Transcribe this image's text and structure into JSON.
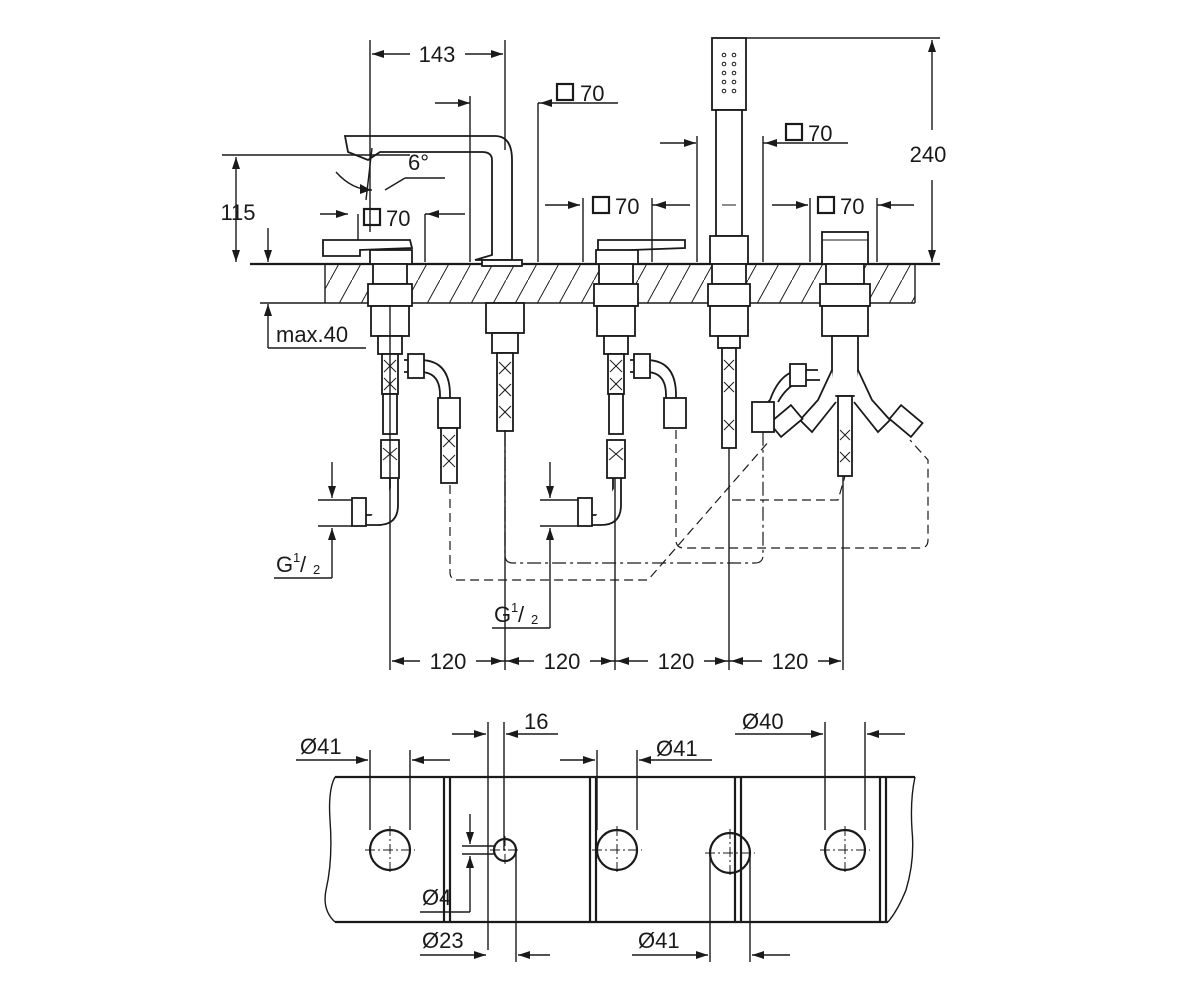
{
  "elevation": {
    "spout_spacing": "143",
    "height_spout": "115",
    "height_shower": "240",
    "spout_angle": "6°",
    "max_deck_thickness": "max.40",
    "plate_size": "70",
    "thread_label": "G",
    "thread_num": "1",
    "thread_den": "2",
    "spacings": [
      "120",
      "120",
      "120",
      "120"
    ]
  },
  "plan": {
    "hole_diameter": "Ø41",
    "slot_width": "16",
    "small_hole": "Ø4",
    "small_hole_outer": "Ø23",
    "hole_diameter_2": "Ø41",
    "hole_diameter_3": "Ø41",
    "diverter_hole": "Ø40"
  },
  "colors": {
    "line": "#1a1a1a",
    "background": "#ffffff"
  }
}
